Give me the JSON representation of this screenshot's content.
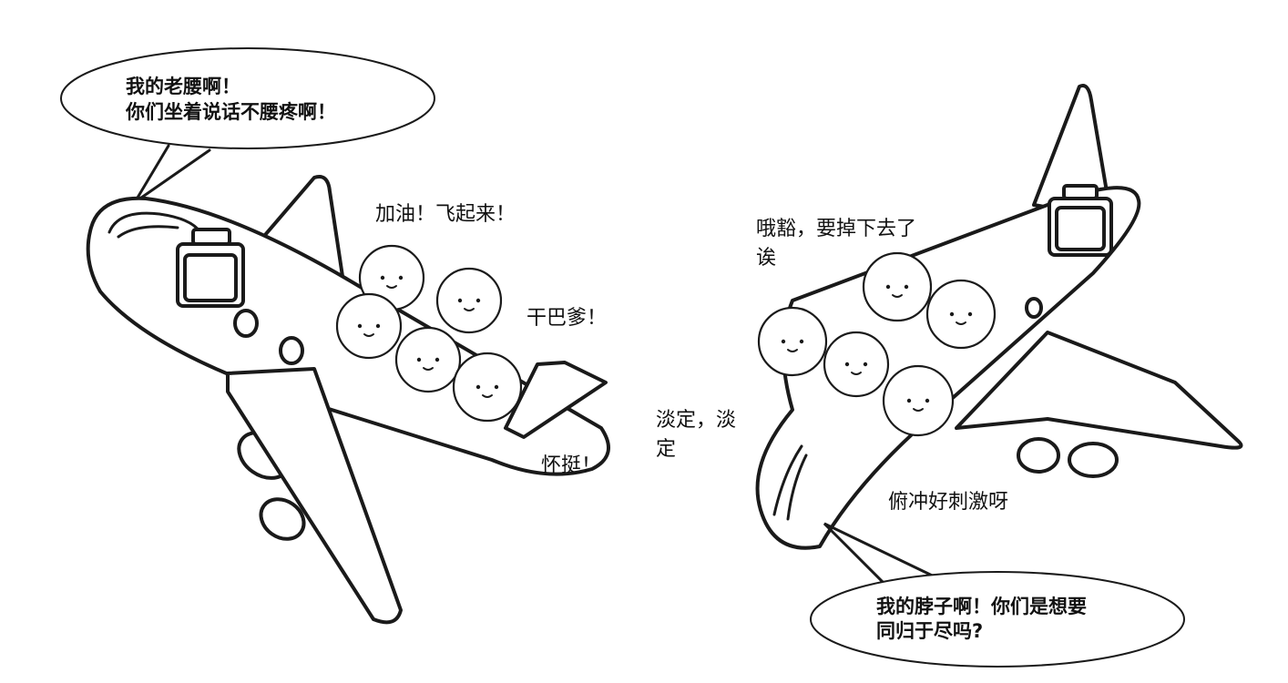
{
  "speech": {
    "left_plane_top": [
      "我的老腰啊！",
      "你们坐着说话不腰疼啊！"
    ],
    "right_plane_bottom": [
      "我的脖子啊！你们是想要",
      "同归于尽吗?"
    ]
  },
  "captions": {
    "cheer": "加油！飞起来！",
    "ganbadie": "干巴爹！",
    "huaiting": "怀挺！",
    "calm": [
      "淡定，淡",
      "定"
    ],
    "falling": [
      "哦豁，要掉下去了",
      "诶"
    ],
    "dive": "俯冲好刺激呀"
  },
  "colors": {
    "ink": "#1a1a1a",
    "paper": "#ffffff"
  }
}
